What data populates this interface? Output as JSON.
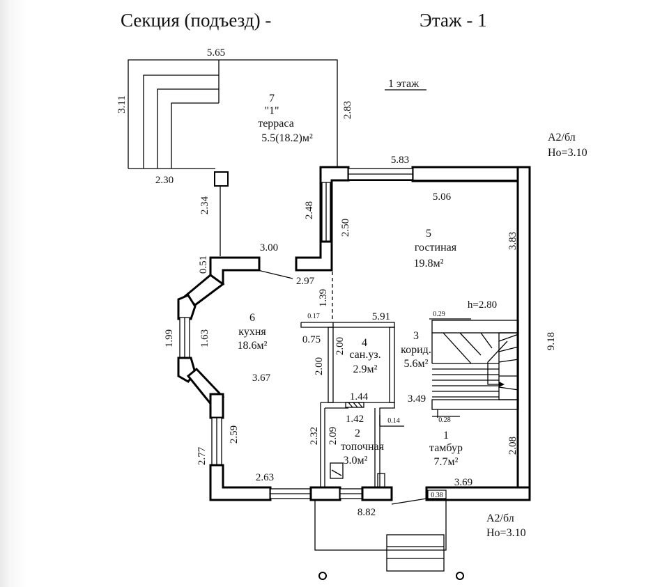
{
  "header": {
    "section_label": "Секция (подъезд) -",
    "floor_label": "Этаж - 1"
  },
  "plan": {
    "floor_note": "1 этаж",
    "note_top_right": {
      "line1": "А2/бл",
      "line2": "Но=3.10"
    },
    "note_bottom_right": {
      "line1": "А2/бл",
      "line2": "Но=3.10"
    },
    "rooms": {
      "terrace": {
        "number": "7",
        "name": "терраса",
        "label_quote": "\"1\"",
        "area": "5.5(18.2)м²"
      },
      "living": {
        "number": "5",
        "name": "гостиная",
        "area": "19.8м²"
      },
      "kitchen": {
        "number": "6",
        "name": "кухня",
        "area": "18.6м²"
      },
      "bath": {
        "number": "4",
        "name": "сан.уз.",
        "area": "2.9м²"
      },
      "corridor": {
        "number": "3",
        "name": "корид.",
        "area": "5.6м²"
      },
      "boiler": {
        "number": "2",
        "name": "топочная",
        "area": "3.0м²"
      },
      "vestibule": {
        "number": "1",
        "name": "тамбур",
        "area": "7.7м²"
      }
    },
    "dimensions": {
      "terrace_top": "5.65",
      "terrace_left": "3.11",
      "terrace_right": "2.83",
      "terrace_bottom": "2.30",
      "post_height": "2.34",
      "living_top_outer": "5.83",
      "living_top_inner": "5.06",
      "living_left_upper": "2.48",
      "living_left_inner": "2.50",
      "living_right": "3.83",
      "kitchen_top": "3.00",
      "kitchen_top_inner": "2.97",
      "opening_small": "0.51",
      "opening_dashed": "1.39",
      "kitchen_bay_outer": "1.99",
      "kitchen_bay_inner": "1.63",
      "kitchen_depth": "3.67",
      "kitchen_lower": "2.59",
      "kitchen_lower_outer": "2.77",
      "kitchen_bottom": "2.63",
      "partition_017": "0.17",
      "partition_075": "0.75",
      "corridor_top": "5.91",
      "bath_height_a": "2.00",
      "bath_height_b": "2.00",
      "bath_width": "1.44",
      "boiler_width": "1.42",
      "boiler_height": "2.32",
      "boiler_height_inner": "2.09",
      "wall_014": "0.14",
      "stair_h": "h=2.80",
      "stair_029": "0.29",
      "stair_028": "0.28",
      "corridor_width": "3.49",
      "right_total": "9.18",
      "vestibule_right": "2.08",
      "vestibule_bottom": "3.69",
      "wall_038": "0.38",
      "bottom_total": "8.82"
    }
  }
}
